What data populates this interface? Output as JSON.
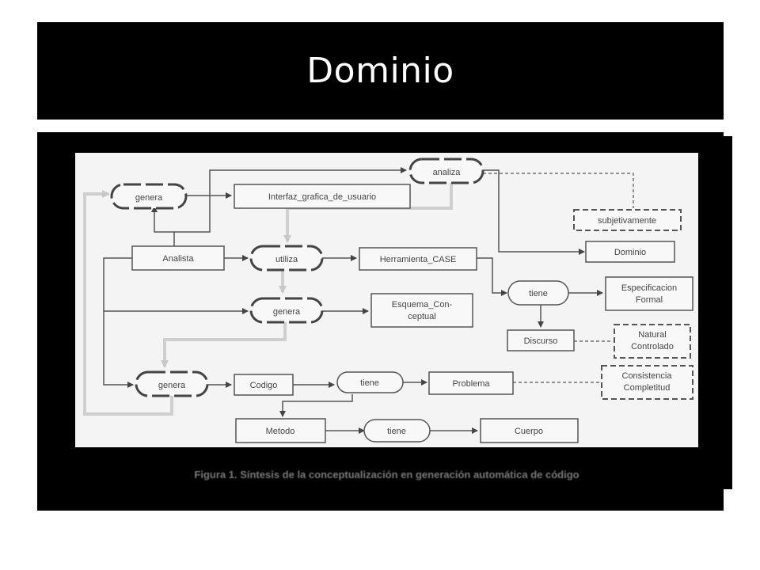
{
  "title": "Dominio",
  "caption": "Figura 1. Síntesis de la conceptualización en generación automática de código",
  "colors": {
    "background": "#ffffff",
    "panel": "#000000",
    "figure": "#f4f4f4",
    "stroke": "#555555"
  },
  "nodes": {
    "genera_1": "genera",
    "interfaz": "Interfaz_grafica_de_usuario",
    "analiza": "analiza",
    "subjetivamente": "subjetivamente",
    "analista": "Analista",
    "utiliza": "utiliza",
    "herramienta": "Herramienta_CASE",
    "dominio": "Dominio",
    "tiene_1": "tiene",
    "especificacion_1": "Especificacion",
    "especificacion_2": "Formal",
    "genera_2": "genera",
    "esquema_1": "Esquema_Con-",
    "esquema_2": "ceptual",
    "discurso": "Discurso",
    "natural_1": "Natural",
    "natural_2": "Controlado",
    "genera_3": "genera",
    "codigo": "Codigo",
    "tiene_2": "tiene",
    "problema": "Problema",
    "consistencia_1": "Consistencia",
    "consistencia_2": "Completitud",
    "metodo": "Metodo",
    "tiene_3": "tiene",
    "cuerpo": "Cuerpo"
  }
}
